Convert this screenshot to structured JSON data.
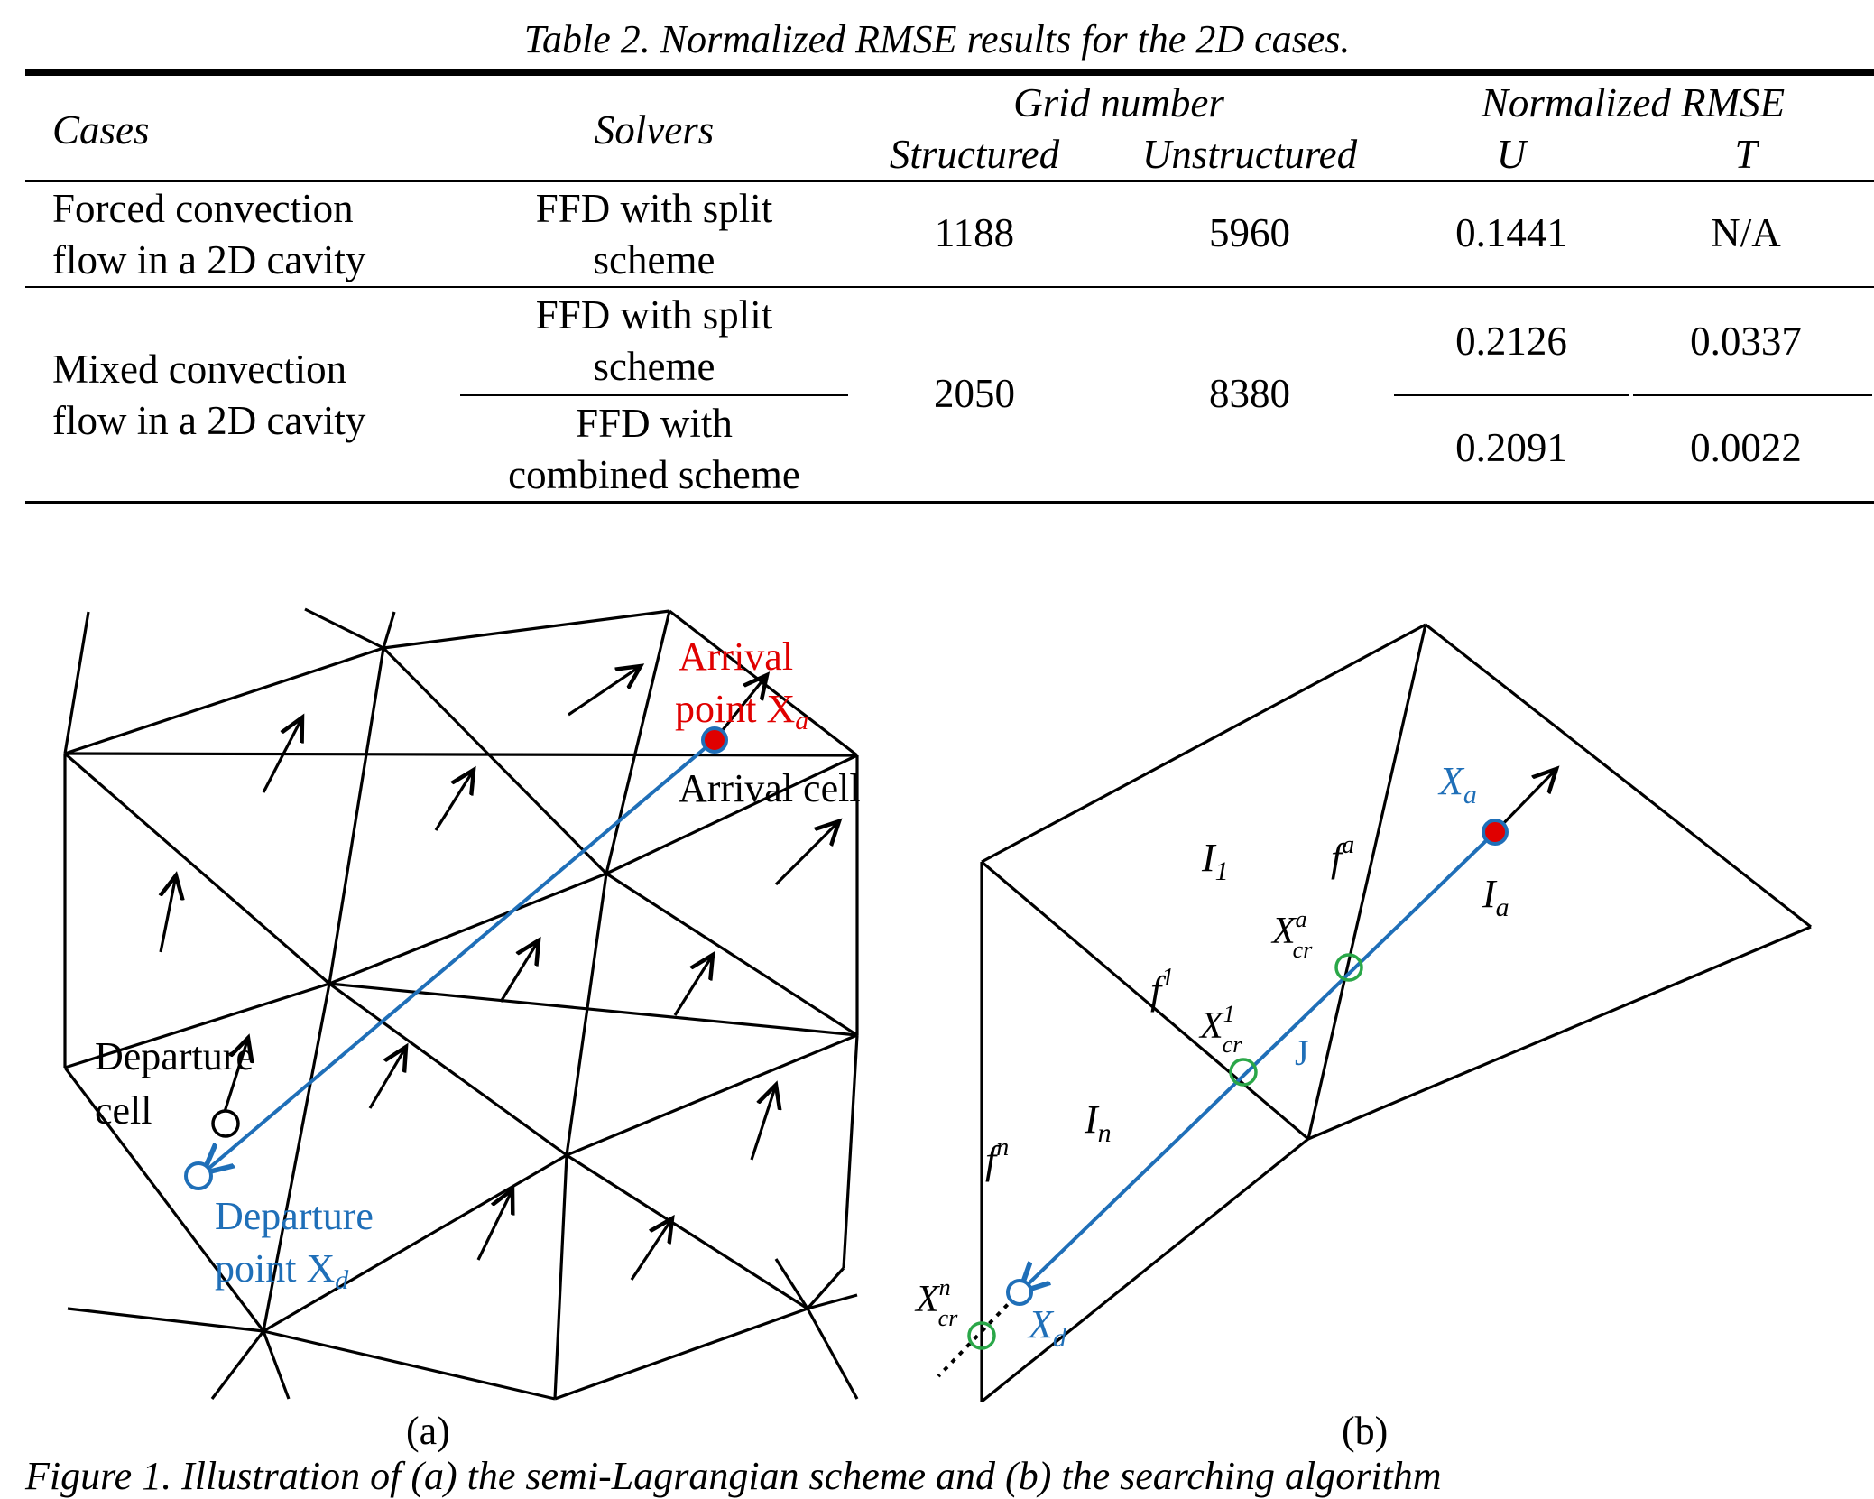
{
  "table": {
    "caption": "Table 2. Normalized RMSE results for the 2D cases.",
    "headers": {
      "cases": "Cases",
      "solvers": "Solvers",
      "grid_number": "Grid number",
      "structured": "Structured",
      "unstructured": "Unstructured",
      "normalized_rmse": "Normalized RMSE",
      "u": "U",
      "t": "T"
    },
    "rows": [
      {
        "case_line1": "Forced convection",
        "case_line2": "flow in a 2D cavity",
        "solver_line1": "FFD with split",
        "solver_line2": "scheme",
        "structured": "1188",
        "unstructured": "5960",
        "u": "0.1441",
        "t": "N/A"
      },
      {
        "case_line1": "Mixed convection",
        "case_line2": "flow in a 2D cavity",
        "structured": "2050",
        "unstructured": "8380",
        "sub": [
          {
            "solver_line1": "FFD with split",
            "solver_line2": "scheme",
            "u": "0.2126",
            "t": "0.0337"
          },
          {
            "solver_line1": "FFD with",
            "solver_line2": "combined scheme",
            "u": "0.2091",
            "t": "0.0022"
          }
        ]
      }
    ]
  },
  "figure": {
    "panel_a": {
      "label": "(a)",
      "arrival_point_line1": "Arrival",
      "arrival_point_line2": "point X",
      "arrival_subscript": "a",
      "arrival_cell": "Arrival cell",
      "departure_cell_line1": "Departure",
      "departure_cell_line2": "cell",
      "departure_point_line1": "Departure",
      "departure_point_line2": "point X",
      "departure_subscript": "d"
    },
    "panel_b": {
      "label": "(b)",
      "xa": "X",
      "xa_sub": "a",
      "i1": "I",
      "i1_sub": "1",
      "fa": "f",
      "fa_sup": "a",
      "ia": "I",
      "ia_sub": "a",
      "xcra": "X",
      "xcra_sup": "a",
      "xcra_sub": "cr",
      "f1": "f",
      "f1_sup": "1",
      "xcr1": "X",
      "xcr1_sup": "1",
      "xcr1_sub": "cr",
      "j": "J",
      "in": "I",
      "in_sub": "n",
      "fn": "f",
      "fn_sup": "n",
      "xcrn": "X",
      "xcrn_sup": "n",
      "xcrn_sub": "cr",
      "xd": "X",
      "xd_sub": "d"
    },
    "caption": "Figure 1. Illustration of (a) the semi-Lagrangian scheme and (b) the searching algorithm",
    "colors": {
      "path": "#1f6fb8",
      "arrival": "#e00000",
      "crossing": "#2aa748",
      "label_red": "#e00000",
      "label_blue": "#1f6fb8"
    }
  }
}
